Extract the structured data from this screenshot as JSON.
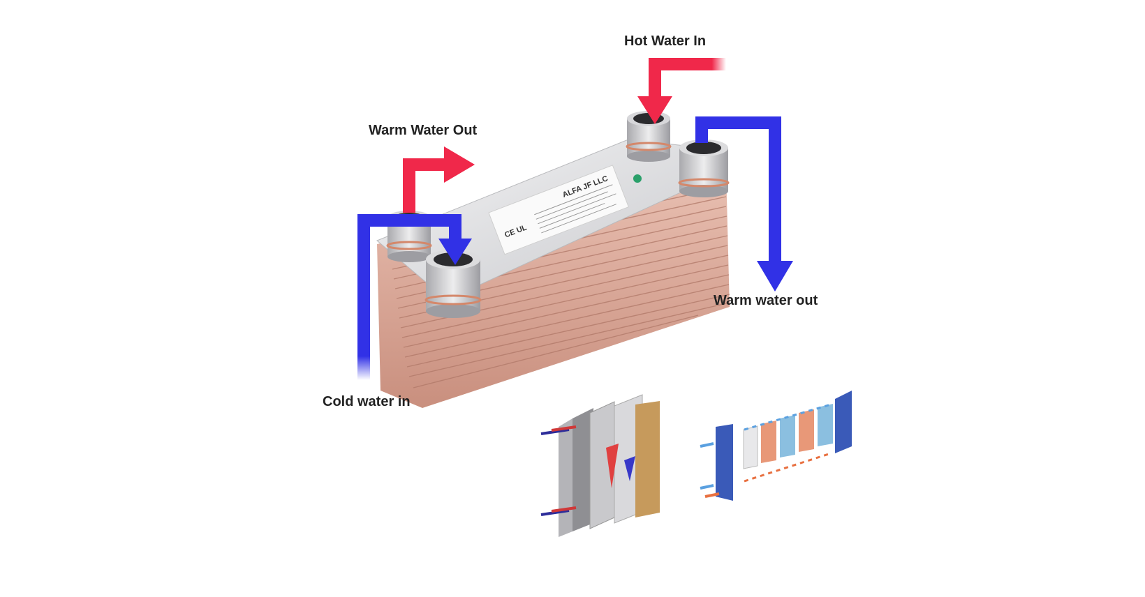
{
  "labels": {
    "hot_water_in": "Hot Water In",
    "warm_water_out_hot_side": "Warm Water Out",
    "warm_water_out_cold_side": "Warm water out",
    "cold_water_in": "Cold water in"
  },
  "nameplate": {
    "brand": "ALFA JF LLC",
    "marks": "CE UL"
  },
  "icons": {
    "hot_flow": "red-arrow-icon",
    "cold_flow": "blue-arrow-icon"
  },
  "colors": {
    "hot_flow": "#f0284a",
    "cold_flow": "#3131e6",
    "plates": "#e2b0a0",
    "steel": "#dcdde0",
    "port": "#c9c9cc"
  }
}
